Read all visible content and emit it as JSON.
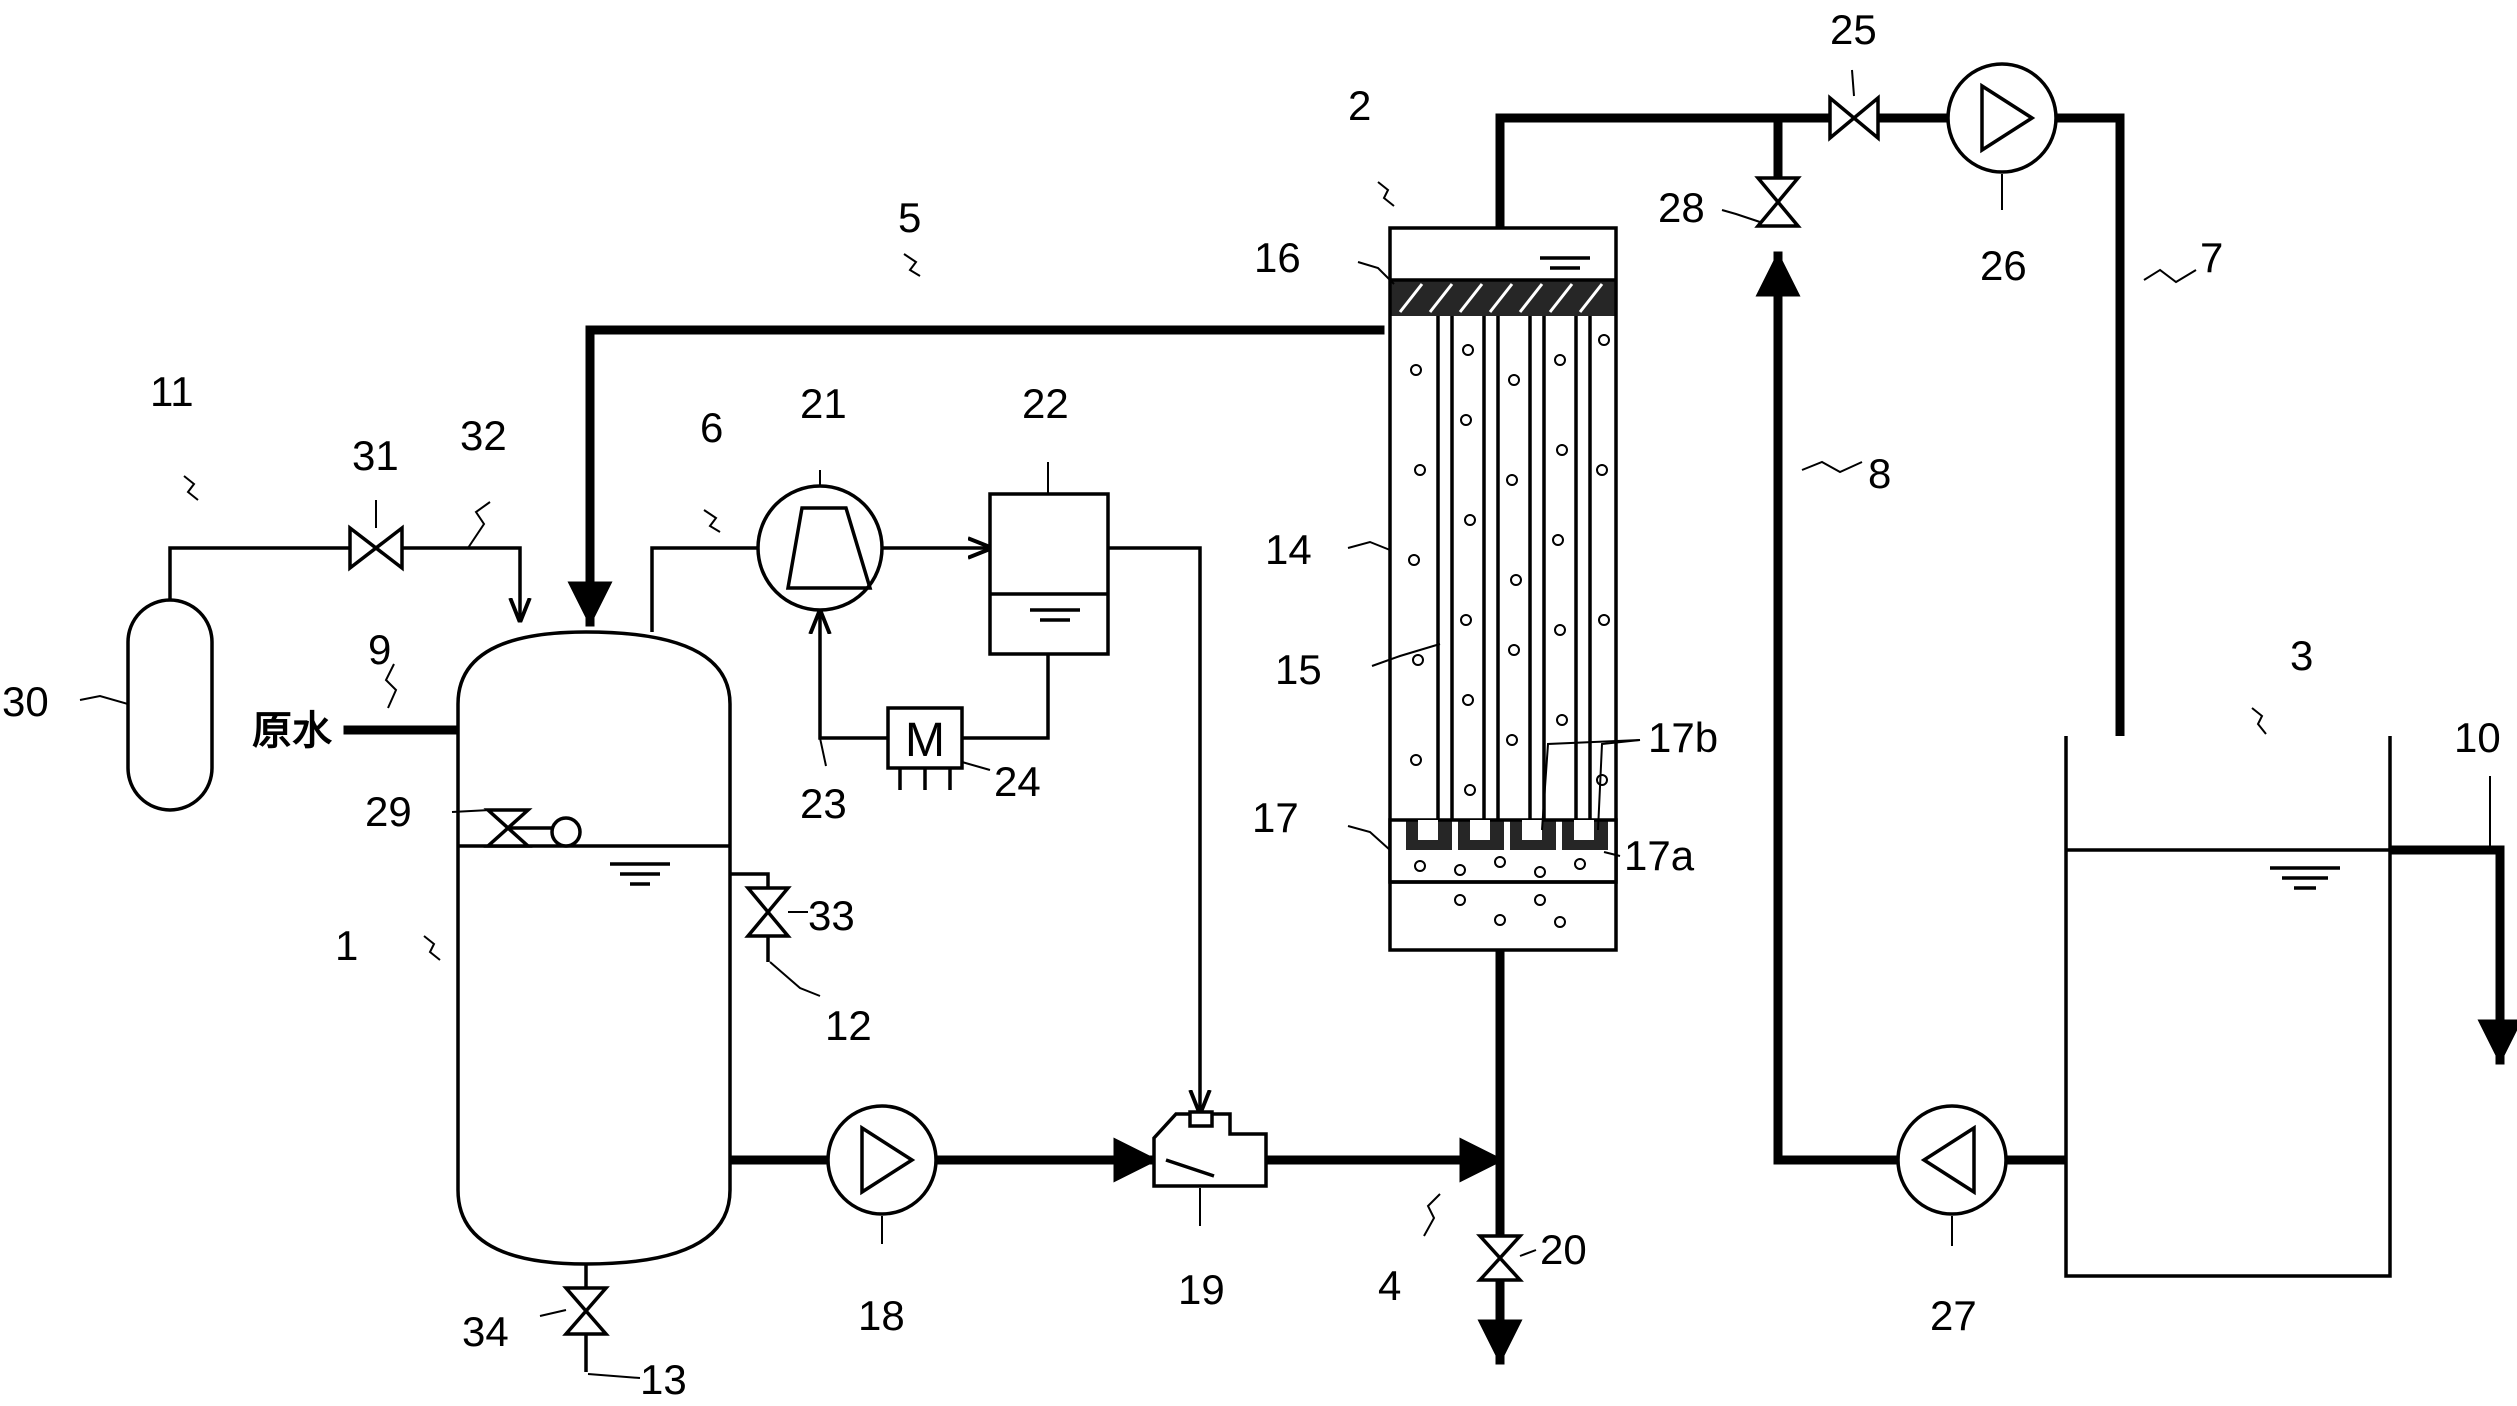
{
  "labels": {
    "l1": "1",
    "l2": "2",
    "l3": "3",
    "l4": "4",
    "l5": "5",
    "l6": "6",
    "l7": "7",
    "l8": "8",
    "l9": "9",
    "l10": "10",
    "l11": "11",
    "l12": "12",
    "l13": "13",
    "l14": "14",
    "l15": "15",
    "l16": "16",
    "l17": "17",
    "l17a": "17a",
    "l17b": "17b",
    "l18": "18",
    "l19": "19",
    "l20": "20",
    "l21": "21",
    "l22": "22",
    "l23": "23",
    "l24": "24",
    "l25": "25",
    "l26": "26",
    "l27": "27",
    "l28": "28",
    "l29": "29",
    "l30": "30",
    "l31": "31",
    "l32": "32",
    "l33": "33",
    "l34": "34"
  },
  "raw_water": "原水",
  "motor_symbol": "M"
}
